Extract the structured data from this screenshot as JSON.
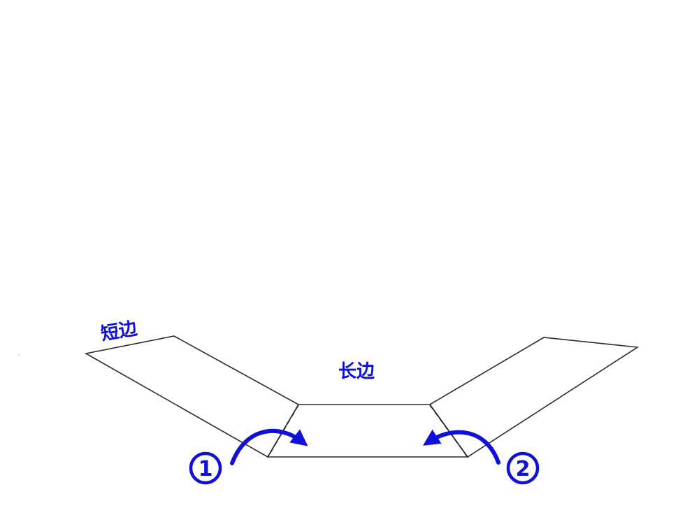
{
  "colors": {
    "accent": "#1010d8",
    "outline": "#2b2b2b",
    "background": "#ffffff"
  },
  "labels": {
    "short_edge": "短边",
    "long_edge": "长边"
  },
  "steps": [
    {
      "number": "1",
      "direction": "fold-left-flap-right"
    },
    {
      "number": "2",
      "direction": "fold-right-flap-left"
    }
  ]
}
